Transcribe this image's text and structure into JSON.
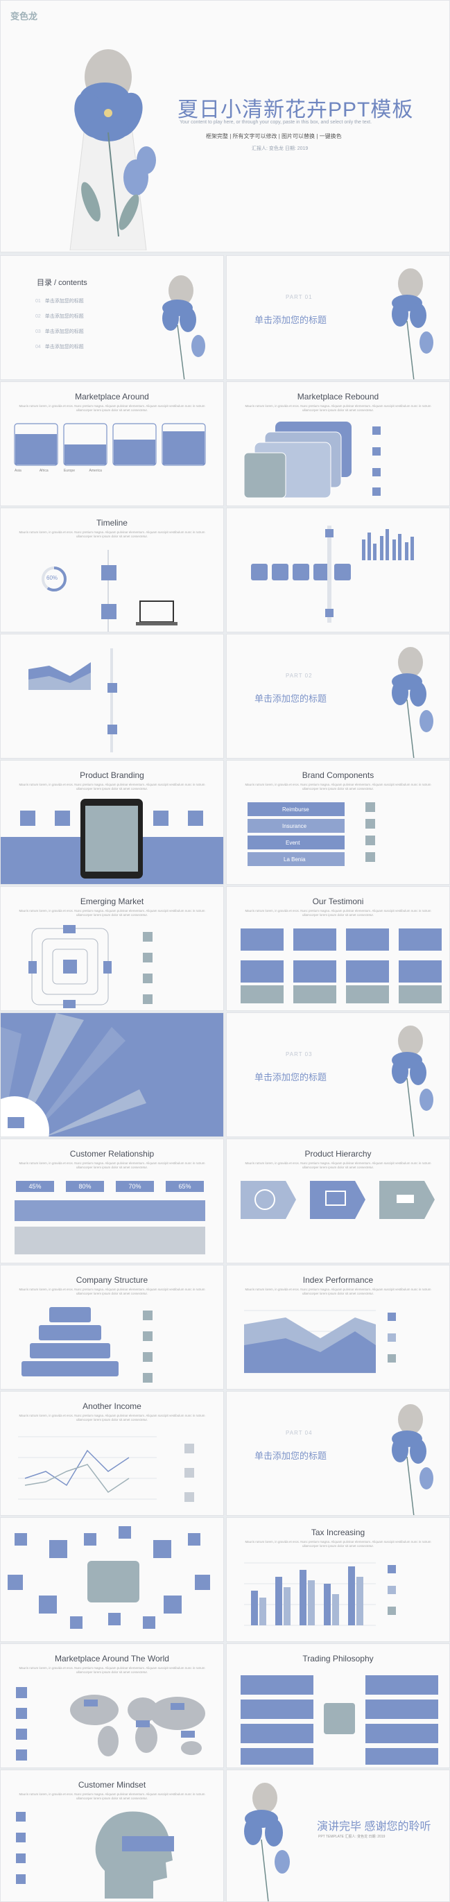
{
  "cover": {
    "logo": "变色龙",
    "title": "夏日小清新花卉PPT模板",
    "subtitle": "Your content to play here, or through your copy, paste in this box, and select only the text.",
    "features": "框架完整 | 所有文字可以修改 | 图片可以替换 | 一键换色",
    "meta": "汇报人: 变色龙    日期: 2019"
  },
  "toc": {
    "heading": "目录 / contents",
    "items": [
      "单击添加您的标题",
      "单击添加您的标题",
      "单击添加您的标题",
      "单击添加您的标题"
    ],
    "item_nums": [
      "01",
      "02",
      "03",
      "04"
    ]
  },
  "parts": [
    {
      "num": "PART  01",
      "title": "单击添加您的标题"
    },
    {
      "num": "PART  02",
      "title": "单击添加您的标题"
    },
    {
      "num": "PART  03",
      "title": "单击添加您的标题"
    },
    {
      "num": "PART  04",
      "title": "单击添加您的标题"
    }
  ],
  "slides": {
    "marketplace_around": "Marketplace Around",
    "marketplace_rebound": "Marketplace Rebound",
    "timeline": "Timeline",
    "product_branding": "Product Branding",
    "brand_components": "Brand Components",
    "emerging_market": "Emerging Market",
    "testimoni": "Our Testimoni",
    "customer_relationship": "Customer Relationship",
    "product_hierarchy": "Product Hierarchy",
    "company_structure": "Company Structure",
    "index_performance": "Index Performance",
    "another_income": "Another Income",
    "tax_increasing": "Tax Increasing",
    "marketplace_world": "Marketplace Around The World",
    "trading_philosophy": "Trading Philosophy",
    "customer_mindset": "Customer Mindset"
  },
  "desc": "Mauris rutrum lorem, in gravida et eros. Nunc pretium magna. Aliquam pulvinar elementum. Aliquam suscipit vestibulum nunc in rutrum ullamcorper lorem ipsum dolor sit amet consectetur.",
  "brand_items": [
    "Reimburse",
    "Insurance",
    "Event",
    "La Benia"
  ],
  "percents": [
    "45%",
    "80%",
    "70%",
    "65%"
  ],
  "timeline_pct": "60%",
  "end": {
    "title": "演讲完毕  感谢您的聆听",
    "sub": "PPT TEMPLATE  汇报人: 变色龙  日期: 2019"
  },
  "colors": {
    "accent": "#7c93c8",
    "mid": "#a9b9d6",
    "gray": "#9fb1b8"
  }
}
